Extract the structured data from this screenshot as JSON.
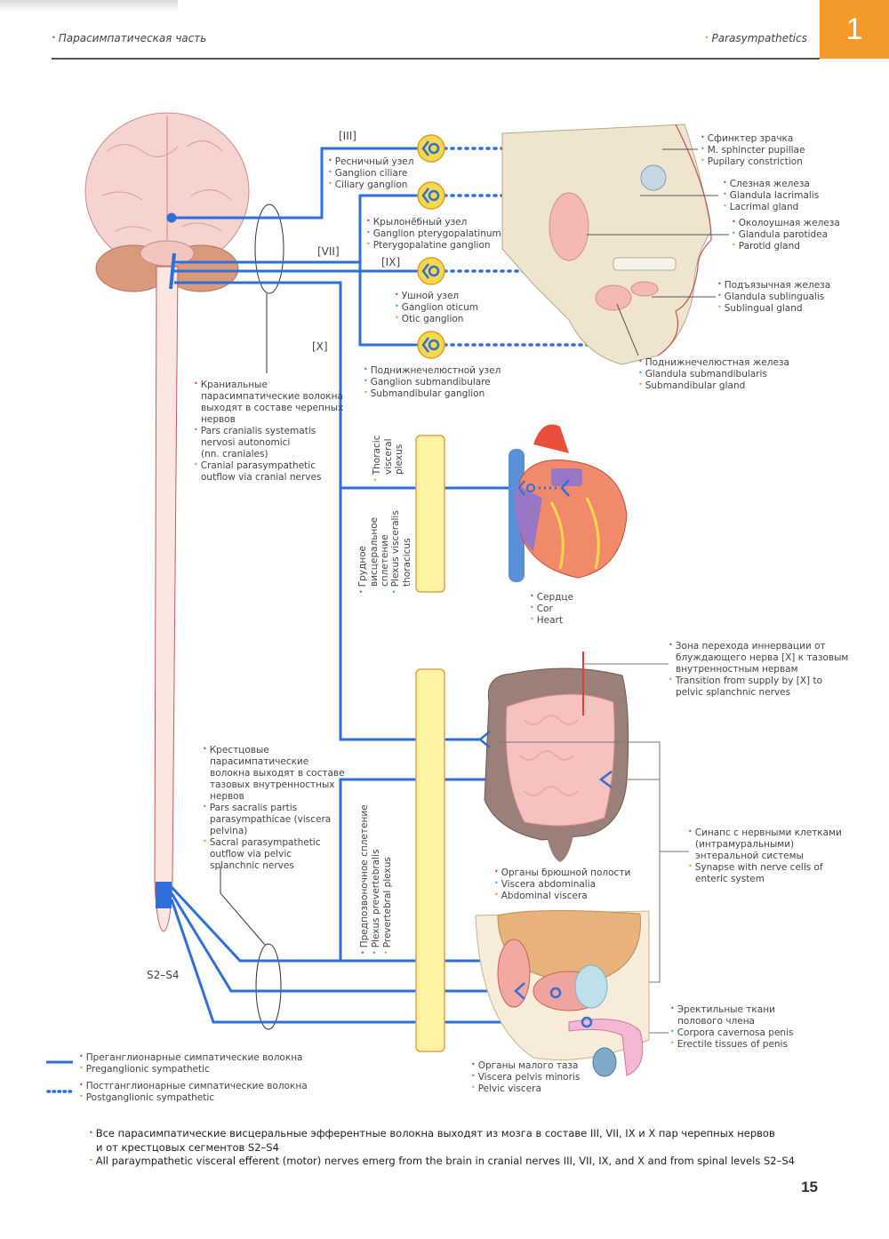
{
  "header": {
    "section_ru": "Парасимпатическая часть",
    "section_en": "Parasympathetics",
    "chapter_number": "1"
  },
  "nerves": {
    "iii": "[III]",
    "vii": "[VII]",
    "ix": "[IX]",
    "x": "[X]",
    "sacral": "S2–S4"
  },
  "ganglia": {
    "ciliary": {
      "ru": "Ресничный узел",
      "la": "Ganglion ciliare",
      "en": "Ciliary ganglion"
    },
    "pterygopalatine": {
      "ru": "Крылонёбный узел",
      "la": "Ganglion pterygopalatinum",
      "en": "Pterygopalatine ganglion"
    },
    "otic": {
      "ru": "Ушной узел",
      "la": "Ganglion oticum",
      "en": "Otic ganglion"
    },
    "submandibular": {
      "ru": "Поднижнечелюстной узел",
      "la": "Ganglion submandibulare",
      "en": "Submandibular ganglion"
    }
  },
  "targets": {
    "pupil": {
      "ru": "Сфинктер зрачка",
      "la": "M. sphincter pupillae",
      "en": "Pupilary constriction"
    },
    "lacrimal": {
      "ru": "Слезная железа",
      "la": "Glandula lacrimalis",
      "en": "Lacrimal gland"
    },
    "parotid": {
      "ru": "Околоушная железа",
      "la": "Glandula parotidea",
      "en": "Parotid gland"
    },
    "sublingual": {
      "ru": "Подъязычная железа",
      "la": "Glandula sublingualis",
      "en": "Sublingual gland"
    },
    "submandibular_gland": {
      "ru": "Поднижнечелюстная железа",
      "la": "Glandula submandibularis",
      "en": "Submandibular gland"
    },
    "heart": {
      "ru": "Сердце",
      "la": "Cor",
      "en": "Heart"
    },
    "abdominal": {
      "ru": "Органы брюшной полости",
      "la": "Viscera abdominalia",
      "en": "Abdominal viscera"
    },
    "pelvic": {
      "ru": "Органы малого таза",
      "la": "Viscera pelvis minoris",
      "en": "Pelvic viscera"
    },
    "erectile": {
      "ru_1": "Эректильные ткани",
      "ru_2": "полового члена",
      "la": "Corpora cavernosa penis",
      "en": "Erectile tissues of penis"
    }
  },
  "outflows": {
    "cranial": {
      "ru": [
        "Краниальные",
        "парасимпатические волокна",
        "выходят в составе  черепных",
        "нервов"
      ],
      "la": [
        "Pars cranialis systematis",
        "nervosi autonomici",
        "(nn. craniales)"
      ],
      "en": [
        "Cranial parasympathetic",
        "outflow via cranial nerves"
      ]
    },
    "sacral": {
      "ru": [
        "Крестцовые",
        "парасимпатические",
        "волокна выходят в составе",
        "тазовых внутренностных",
        "нервов"
      ],
      "la": [
        "Pars sacralis partis",
        "parasympathicae (viscera",
        "pelvina)"
      ],
      "en": [
        "Sacral parasympathetic",
        "outflow via pelvic",
        "splanchnic nerves"
      ]
    }
  },
  "plexuses": {
    "thoracic_en": [
      "Thoracic",
      "visceral",
      "plexus"
    ],
    "thoracic_ru": [
      "Грудное",
      "висцеральное",
      "сплетение"
    ],
    "thoracic_la": [
      "Plexus visceralis",
      "thoracicus"
    ],
    "prevertebral": {
      "ru": "Предпозвоночное сплетение",
      "la": "Plexus prevertebralis",
      "en": "Prevertebral plexus"
    }
  },
  "annotations": {
    "transition": {
      "ru": [
        "Зона перехода иннервации от",
        "блуждающего нерва [X] к тазовым",
        "внутренностным нервам"
      ],
      "en": [
        "Transition from supply by [X] to",
        "pelvic splanchnic nerves"
      ]
    },
    "synapse": {
      "ru": [
        "Синапс с нервными клетками",
        "(интрамуральными)",
        "энтеральной системы"
      ],
      "en": [
        "Synapse with nerve cells of",
        "enteric system"
      ]
    }
  },
  "legend": {
    "preganglionic": {
      "ru": "Преганглионарные симпатические волокна",
      "en": "Preganglionic sympathetic",
      "style": "solid"
    },
    "postganglionic": {
      "ru": "Постганглионарные симпатические волокна",
      "en": "Postganglionic sympathetic",
      "style": "dotted"
    }
  },
  "summary": {
    "ru_1": "Все парасимпатические висцеральные эфферентные волокна выходят из мозга в составе III, VII, IX и X пар черепных нервов",
    "ru_2": "и от крестцовых сегментов S2–S4",
    "en": "All paraympathetic visceral efferent (motor) nerves emerg from the brain in cranial nerves III, VII, IX, and X and from spinal levels S2–S4"
  },
  "page_number": "15",
  "colors": {
    "nerve_blue": "#2f6fd8",
    "ganglion_yellow": "#f7d84a",
    "chapter_orange": "#f39a2a",
    "bullet_ru": "#e5322d",
    "bullet_la": "#27a6e0",
    "bullet_en": "#8cc63f"
  }
}
